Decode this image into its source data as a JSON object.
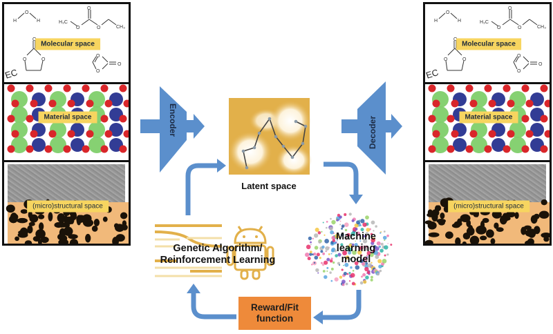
{
  "left_panel": {
    "molecular": {
      "label": "Molecular space",
      "ec_label": "EC",
      "water": {
        "o": "O",
        "h1": "H",
        "h2": "H"
      },
      "carbonate": {
        "left": "H₃C",
        "right": "CH₃",
        "o": "O"
      }
    },
    "material": {
      "label": "Material space"
    },
    "structural": {
      "label": "(micro)structural space"
    }
  },
  "right_panel": {
    "molecular": {
      "label": "Molecular space",
      "ec_label": "EC",
      "water": {
        "o": "O",
        "h1": "H",
        "h2": "H"
      },
      "carbonate": {
        "left": "H₃C",
        "right": "CH₃",
        "o": "O"
      }
    },
    "material": {
      "label": "Material space"
    },
    "structural": {
      "label": "(micro)structural space"
    }
  },
  "encoder": {
    "label": "Encoder"
  },
  "decoder": {
    "label": "Decoder"
  },
  "latent": {
    "label": "Latent space"
  },
  "ml_model": {
    "label_lines": [
      "Machine",
      "learning",
      "model"
    ]
  },
  "ga_rl": {
    "label_lines": [
      "Genetic Algorithm/",
      "Reinforcement Learning"
    ]
  },
  "reward": {
    "label_lines": [
      "Reward/Fit",
      "function"
    ]
  },
  "colors": {
    "arrow": "#5b8fcc",
    "label_bg": "#f7d560",
    "reward_bg": "#ee8a3a",
    "latent_bg": "#e2b04a",
    "oxygen": "#d9262a",
    "metal_green": "#7fcf6a",
    "metal_blue": "#27318f"
  }
}
